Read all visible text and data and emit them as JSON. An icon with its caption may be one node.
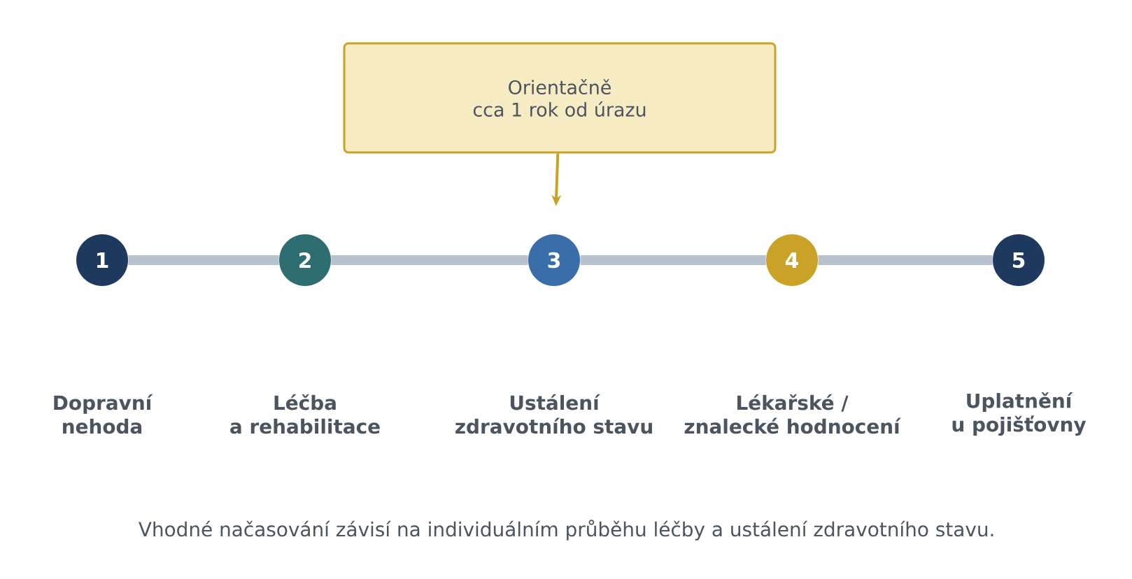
{
  "diagram": {
    "caption": "Vhodné načasování závisí na individuálním průběhu léčby a ustálení zdravotního stavu.",
    "nodes": [
      {
        "text": [
          "1"
        ]
      },
      {
        "text": [
          "2"
        ]
      },
      {
        "text": [
          "3"
        ]
      },
      {
        "text": [
          "4"
        ]
      },
      {
        "text": [
          "5"
        ]
      },
      {
        "text": [
          "Orientačně cca 1 rok od úrazu"
        ]
      }
    ],
    "edges": [
      {
        "from": 0,
        "to": 1,
        "arrow": "none"
      },
      {
        "from": 1,
        "to": 2,
        "arrow": "none"
      },
      {
        "from": 2,
        "to": 3,
        "arrow": "none"
      },
      {
        "from": 3,
        "to": 4,
        "arrow": "none"
      },
      {
        "from": 5,
        "to": 2,
        "arrow": "to",
        "color": "#c9a227"
      }
    ],
    "labels": [
      "Dopravní nehoda",
      "Léčba a rehabilitace",
      "Ustálení zdravotního stavu",
      "Lékařské / znalecké hodnocení",
      "Uplatnění u pojišťovny"
    ]
  }
}
